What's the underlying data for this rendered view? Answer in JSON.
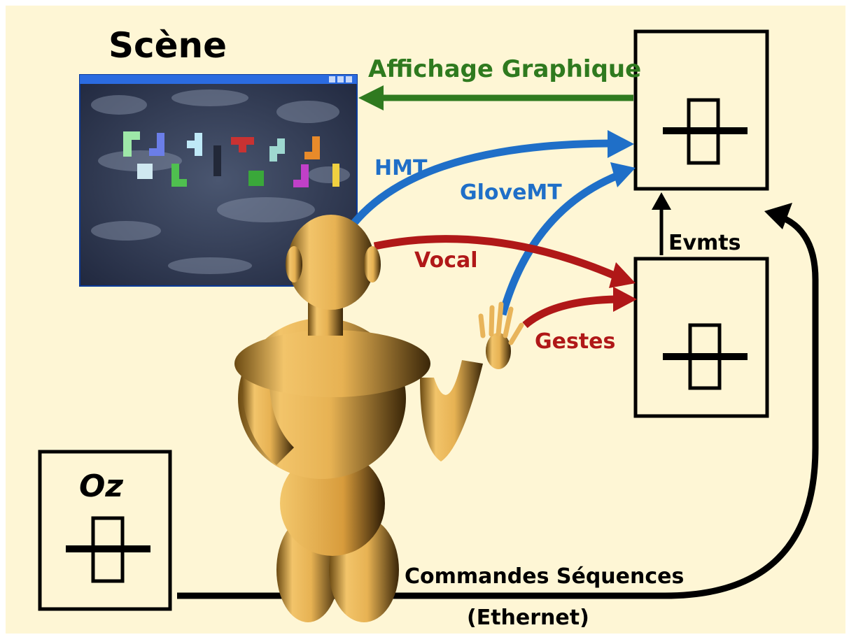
{
  "title": "Scène",
  "labels": {
    "affichage": "Affichage Graphique",
    "hmt": "HMT",
    "glovemt": "GloveMT",
    "vocal": "Vocal",
    "gestes": "Gestes",
    "evmts": "Evmts",
    "commandes": "Commandes Séquences",
    "ethernet": "(Ethernet)",
    "oz": "Oz"
  },
  "colors": {
    "background": "#fef6d5",
    "green": "#2f7a1f",
    "blue": "#1f6fc8",
    "red": "#b01818",
    "black": "#000000",
    "figure": "#e8b45a"
  },
  "icons": [
    "cross-component-icon",
    "cross-component-icon",
    "cross-component-icon"
  ]
}
